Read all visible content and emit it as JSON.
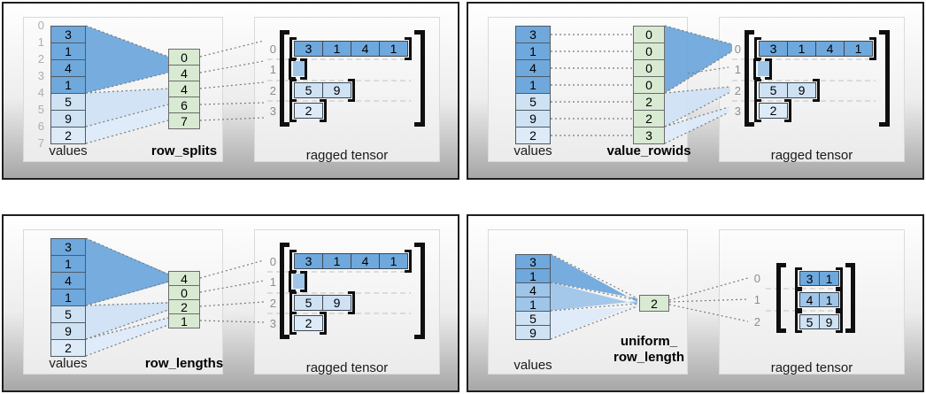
{
  "colors": {
    "dark_blue": "#6fa8dc",
    "medium_blue": "#9fc5e8",
    "light_blue": "#cfe2f3",
    "pale_blue": "#ddeaf8",
    "green": "#d9ead3"
  },
  "panels": [
    {
      "name": "row_splits",
      "values_label": "values",
      "param_label_lines": [
        "row_splits"
      ],
      "tensor_label": "ragged tensor",
      "values": [
        "3",
        "1",
        "4",
        "1",
        "5",
        "9",
        "2"
      ],
      "values_shades": [
        "dark_blue",
        "dark_blue",
        "dark_blue",
        "dark_blue",
        "light_blue",
        "light_blue",
        "pale_blue"
      ],
      "boundary_indices": [
        "0",
        "1",
        "2",
        "3",
        "4",
        "5",
        "6",
        "7"
      ],
      "param_cells": [
        "0",
        "4",
        "4",
        "6",
        "7"
      ],
      "rows": [
        {
          "index": "0",
          "shade": "dark_blue",
          "cells": [
            "3",
            "1",
            "4",
            "1"
          ]
        },
        {
          "index": "1",
          "shade": "medium_blue",
          "cells": []
        },
        {
          "index": "2",
          "shade": "light_blue",
          "cells": [
            "5",
            "9"
          ]
        },
        {
          "index": "3",
          "shade": "pale_blue",
          "cells": [
            "2"
          ]
        }
      ]
    },
    {
      "name": "value_rowids",
      "values_label": "values",
      "param_label_lines": [
        "value_rowids"
      ],
      "tensor_label": "ragged tensor",
      "values": [
        "3",
        "1",
        "4",
        "1",
        "5",
        "9",
        "2"
      ],
      "values_shades": [
        "dark_blue",
        "dark_blue",
        "dark_blue",
        "dark_blue",
        "light_blue",
        "light_blue",
        "pale_blue"
      ],
      "param_cells": [
        "0",
        "0",
        "0",
        "0",
        "2",
        "2",
        "3"
      ],
      "rows": [
        {
          "index": "0",
          "shade": "dark_blue",
          "cells": [
            "3",
            "1",
            "4",
            "1"
          ]
        },
        {
          "index": "1",
          "shade": "medium_blue",
          "cells": []
        },
        {
          "index": "2",
          "shade": "light_blue",
          "cells": [
            "5",
            "9"
          ]
        },
        {
          "index": "3",
          "shade": "pale_blue",
          "cells": [
            "2"
          ]
        }
      ]
    },
    {
      "name": "row_lengths",
      "values_label": "values",
      "param_label_lines": [
        "row_lengths"
      ],
      "tensor_label": "ragged tensor",
      "values": [
        "3",
        "1",
        "4",
        "1",
        "5",
        "9",
        "2"
      ],
      "values_shades": [
        "dark_blue",
        "dark_blue",
        "dark_blue",
        "dark_blue",
        "light_blue",
        "light_blue",
        "pale_blue"
      ],
      "param_cells": [
        "4",
        "0",
        "2",
        "1"
      ],
      "rows": [
        {
          "index": "0",
          "shade": "dark_blue",
          "cells": [
            "3",
            "1",
            "4",
            "1"
          ]
        },
        {
          "index": "1",
          "shade": "medium_blue",
          "cells": []
        },
        {
          "index": "2",
          "shade": "light_blue",
          "cells": [
            "5",
            "9"
          ]
        },
        {
          "index": "3",
          "shade": "pale_blue",
          "cells": [
            "2"
          ]
        }
      ]
    },
    {
      "name": "uniform_row_length",
      "values_label": "values",
      "param_label_lines": [
        "uniform_",
        "row_length"
      ],
      "tensor_label": "ragged tensor",
      "values": [
        "3",
        "1",
        "4",
        "1",
        "5",
        "9"
      ],
      "values_shades": [
        "dark_blue",
        "dark_blue",
        "medium_blue",
        "medium_blue",
        "light_blue",
        "light_blue"
      ],
      "param_cells": [
        "2"
      ],
      "rows": [
        {
          "index": "0",
          "shade": "dark_blue",
          "cells": [
            "3",
            "1"
          ]
        },
        {
          "index": "1",
          "shade": "medium_blue",
          "cells": [
            "4",
            "1"
          ]
        },
        {
          "index": "2",
          "shade": "light_blue",
          "cells": [
            "5",
            "9"
          ]
        }
      ]
    }
  ]
}
